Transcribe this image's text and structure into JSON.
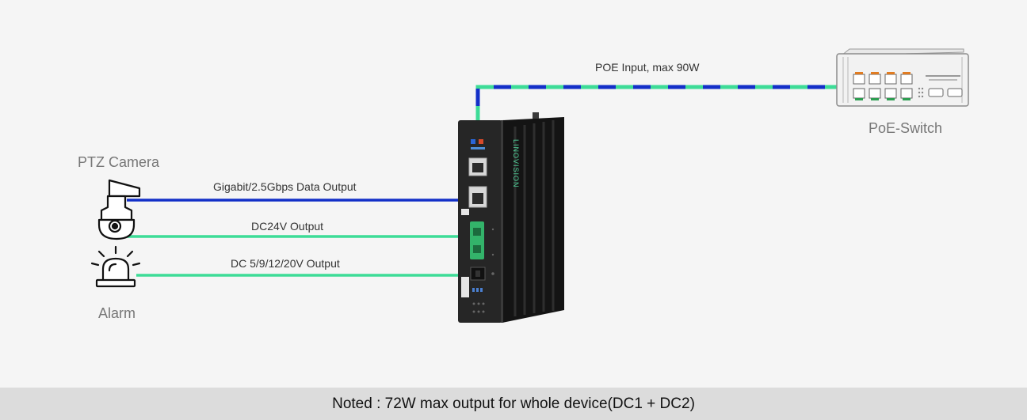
{
  "connections": {
    "poe_input": "POE Input, max 90W",
    "data_output": "Gigabit/2.5Gbps Data Output",
    "dc24_output": "DC24V Output",
    "dc_multi_output": "DC 5/9/12/20V Output"
  },
  "devices": {
    "camera": "PTZ Camera",
    "alarm": "Alarm",
    "switch": "PoE-Switch",
    "brand": "LINOVISION"
  },
  "footer": {
    "note": "Noted : 72W max output for whole device(DC1 + DC2)"
  },
  "colors": {
    "blue_line": "#1330c8",
    "green_line": "#3ddc97",
    "device_body": "#1e1e1e",
    "footer_bg": "#dcdcdc"
  }
}
